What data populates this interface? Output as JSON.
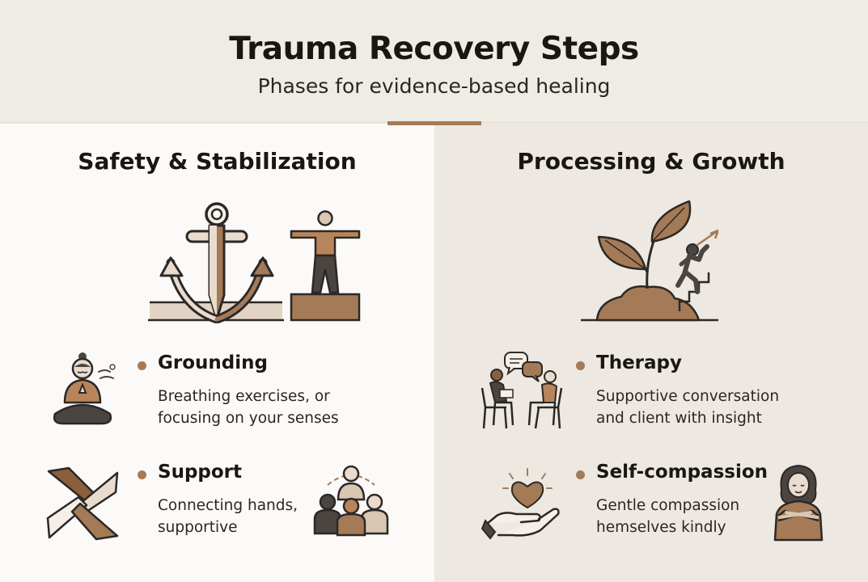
{
  "header": {
    "title": "Trauma Recovery Steps",
    "subtitle": "Phases for evidence-based healing"
  },
  "colors": {
    "accent": "#a47a57",
    "dark": "#4a4540",
    "light_tan": "#d9c6b3",
    "left_bg": "#fbfaf8",
    "right_bg": "#ede8e1"
  },
  "left": {
    "title": "Safety & Stabilization",
    "hero_icons": [
      "anchor-icon",
      "balanced-person-icon"
    ],
    "items": [
      {
        "title": "Grounding",
        "desc_lines": [
          "Breathing exercises, or",
          "focusing on your senses"
        ],
        "icon": "meditation-icon"
      },
      {
        "title": "Support",
        "desc_lines": [
          "Connecting hands,",
          "supportive"
        ],
        "icon": "stacked-hands-icon",
        "icon_right": "group-icon"
      }
    ]
  },
  "right": {
    "title": "Processing & Growth",
    "hero_icons": [
      "sprout-climber-icon"
    ],
    "items": [
      {
        "title": "Therapy",
        "desc_lines": [
          "Supportive conversation",
          "and client with insight"
        ],
        "icon": "therapy-session-icon"
      },
      {
        "title": "Self-compassion",
        "desc_lines": [
          "Gentle compassion",
          "hemselves kindly"
        ],
        "icon": "heart-hand-icon",
        "icon_right": "self-hug-icon"
      }
    ]
  }
}
